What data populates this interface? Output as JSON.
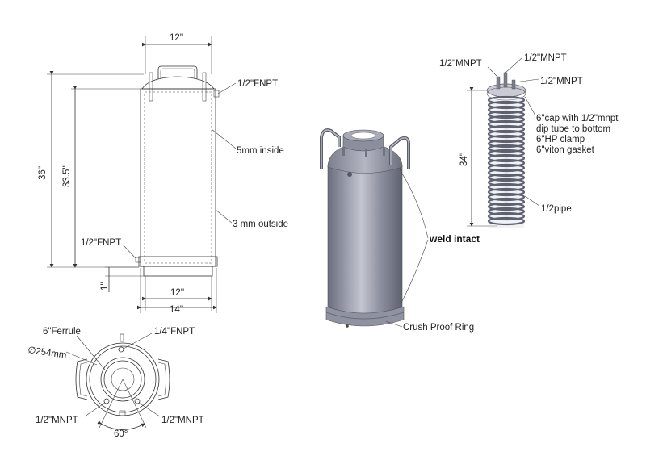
{
  "side_view": {
    "top_width": "12''",
    "bottom_inner_width": "12''",
    "bottom_outer_width": "14''",
    "overall_height": "36''",
    "shell_height": "33.5''",
    "leg_height": "1''",
    "top_port": "1/2\"FNPT",
    "side_port": "1/2\"FNPT",
    "inner_wall": "5mm inside",
    "outer_wall": "3 mm outside"
  },
  "top_view": {
    "ferrule": "6\"Ferrule",
    "port_top": "1/4\"FNPT",
    "diameter": "∅254mm",
    "port_left": "1/2\"MNPT",
    "port_right": "1/2\"MNPT",
    "angle": "60°"
  },
  "render_view": {
    "weld": "weld intact",
    "ring": "Crush Proof Ring"
  },
  "coil_view": {
    "port_a": "1/2\"MNPT",
    "port_b": "1/2\"MNPT",
    "port_c": "1/2\"MNPT",
    "height": "34''",
    "cap_note": [
      "6\"cap with 1/2\"mnpt",
      "dip tube to bottom",
      "6\"HP clamp",
      "6\"viton gasket"
    ],
    "pipe": "1/2pipe"
  }
}
